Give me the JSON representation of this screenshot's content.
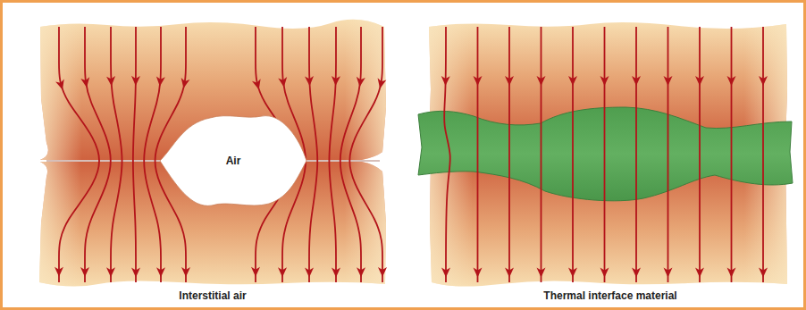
{
  "diagram": {
    "nodes": [
      {
        "text": [
          "Air"
        ]
      }
    ],
    "labels": [
      "Interstitial air",
      "Thermal interface material"
    ]
  }
}
